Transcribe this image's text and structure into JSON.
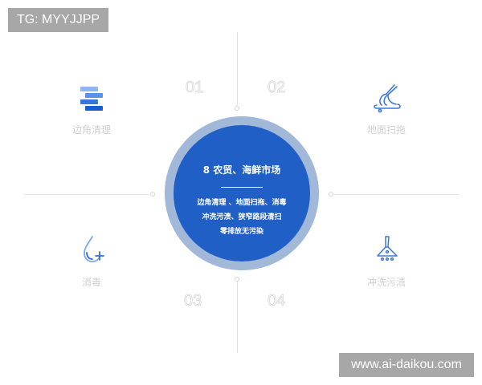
{
  "watermarks": {
    "top_left": "TG: MYYJJPP",
    "bottom_right": "www.ai-daikou.com"
  },
  "center": {
    "title": "8  农贸、海鲜市场",
    "lines": [
      "边角清理 、地面扫拖、消毒",
      "冲洗污渍、狭窄路段清扫",
      "零排放无污染"
    ],
    "colors": {
      "inner": "#1f5fc6",
      "ring": "#a2b8d8"
    }
  },
  "items": [
    {
      "number": "01",
      "label": "边角清理",
      "icon": "stacked-bars-icon"
    },
    {
      "number": "02",
      "label": "地面扫拖",
      "icon": "mop-icon"
    },
    {
      "number": "03",
      "label": "消毒",
      "icon": "water-drop-plus-icon"
    },
    {
      "number": "04",
      "label": "冲洗污渍",
      "icon": "spray-nozzle-icon"
    }
  ]
}
